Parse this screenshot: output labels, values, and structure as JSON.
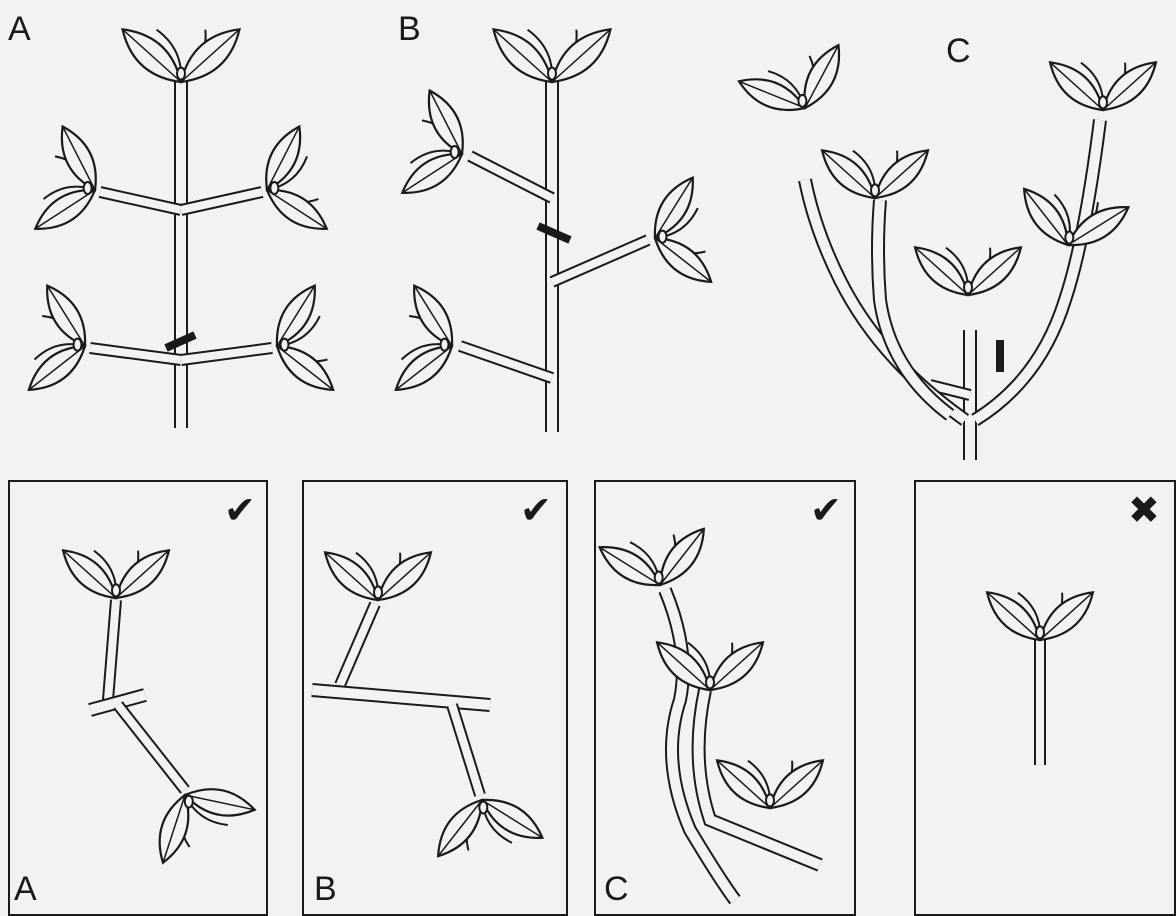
{
  "top_labels": [
    "A",
    "B",
    "C"
  ],
  "panels": [
    {
      "label": "A",
      "status": "check",
      "status_glyph": "✔"
    },
    {
      "label": "B",
      "status": "check",
      "status_glyph": "✔"
    },
    {
      "label": "C",
      "status": "check",
      "status_glyph": "✔"
    },
    {
      "label": "",
      "status": "cross",
      "status_glyph": "✖"
    }
  ],
  "colors": {
    "ink": "#1a1a1a",
    "leaf_fill": "#f2f2f2",
    "background": "#f2f2f2"
  }
}
